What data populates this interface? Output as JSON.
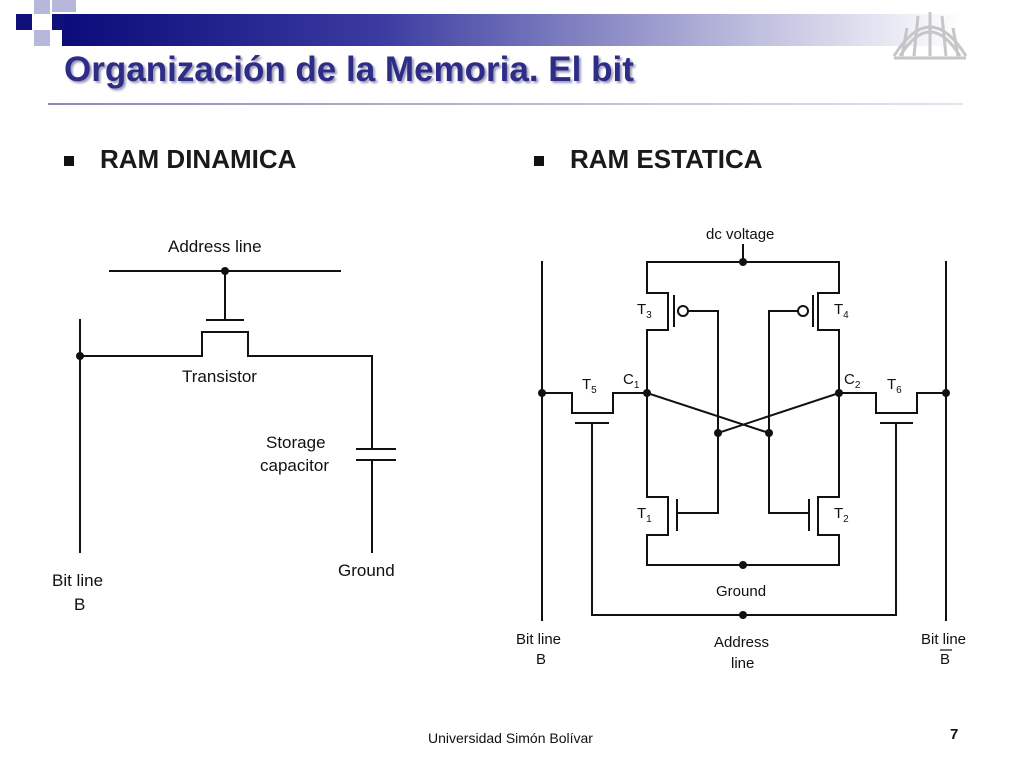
{
  "slide": {
    "title": "Organización de la Memoria. El bit",
    "footer": "Universidad Simón Bolívar",
    "page_number": "7",
    "accent_color": "#2d2d88",
    "header_color": "#10107a"
  },
  "bullets": [
    {
      "label": "RAM DINAMICA"
    },
    {
      "label": "RAM ESTATICA"
    }
  ],
  "dram": {
    "address_line": "Address line",
    "transistor": "Transistor",
    "storage_line1": "Storage",
    "storage_line2": "capacitor",
    "ground": "Ground",
    "bit_line": "Bit line",
    "bit_line_name": "B"
  },
  "sram": {
    "dc_voltage": "dc voltage",
    "ground": "Ground",
    "address_line1": "Address",
    "address_line2": "line",
    "bit_line_left": "Bit line",
    "bit_line_left_name": "B",
    "bit_line_right": "Bit line",
    "bit_line_right_name": "B",
    "transistors": {
      "t1": {
        "letter": "T",
        "sub": "1"
      },
      "t2": {
        "letter": "T",
        "sub": "2"
      },
      "t3": {
        "letter": "T",
        "sub": "3"
      },
      "t4": {
        "letter": "T",
        "sub": "4"
      },
      "t5": {
        "letter": "T",
        "sub": "5"
      },
      "t6": {
        "letter": "T",
        "sub": "6"
      }
    },
    "nodes": {
      "c1": {
        "letter": "C",
        "sub": "1"
      },
      "c2": {
        "letter": "C",
        "sub": "2"
      }
    }
  }
}
